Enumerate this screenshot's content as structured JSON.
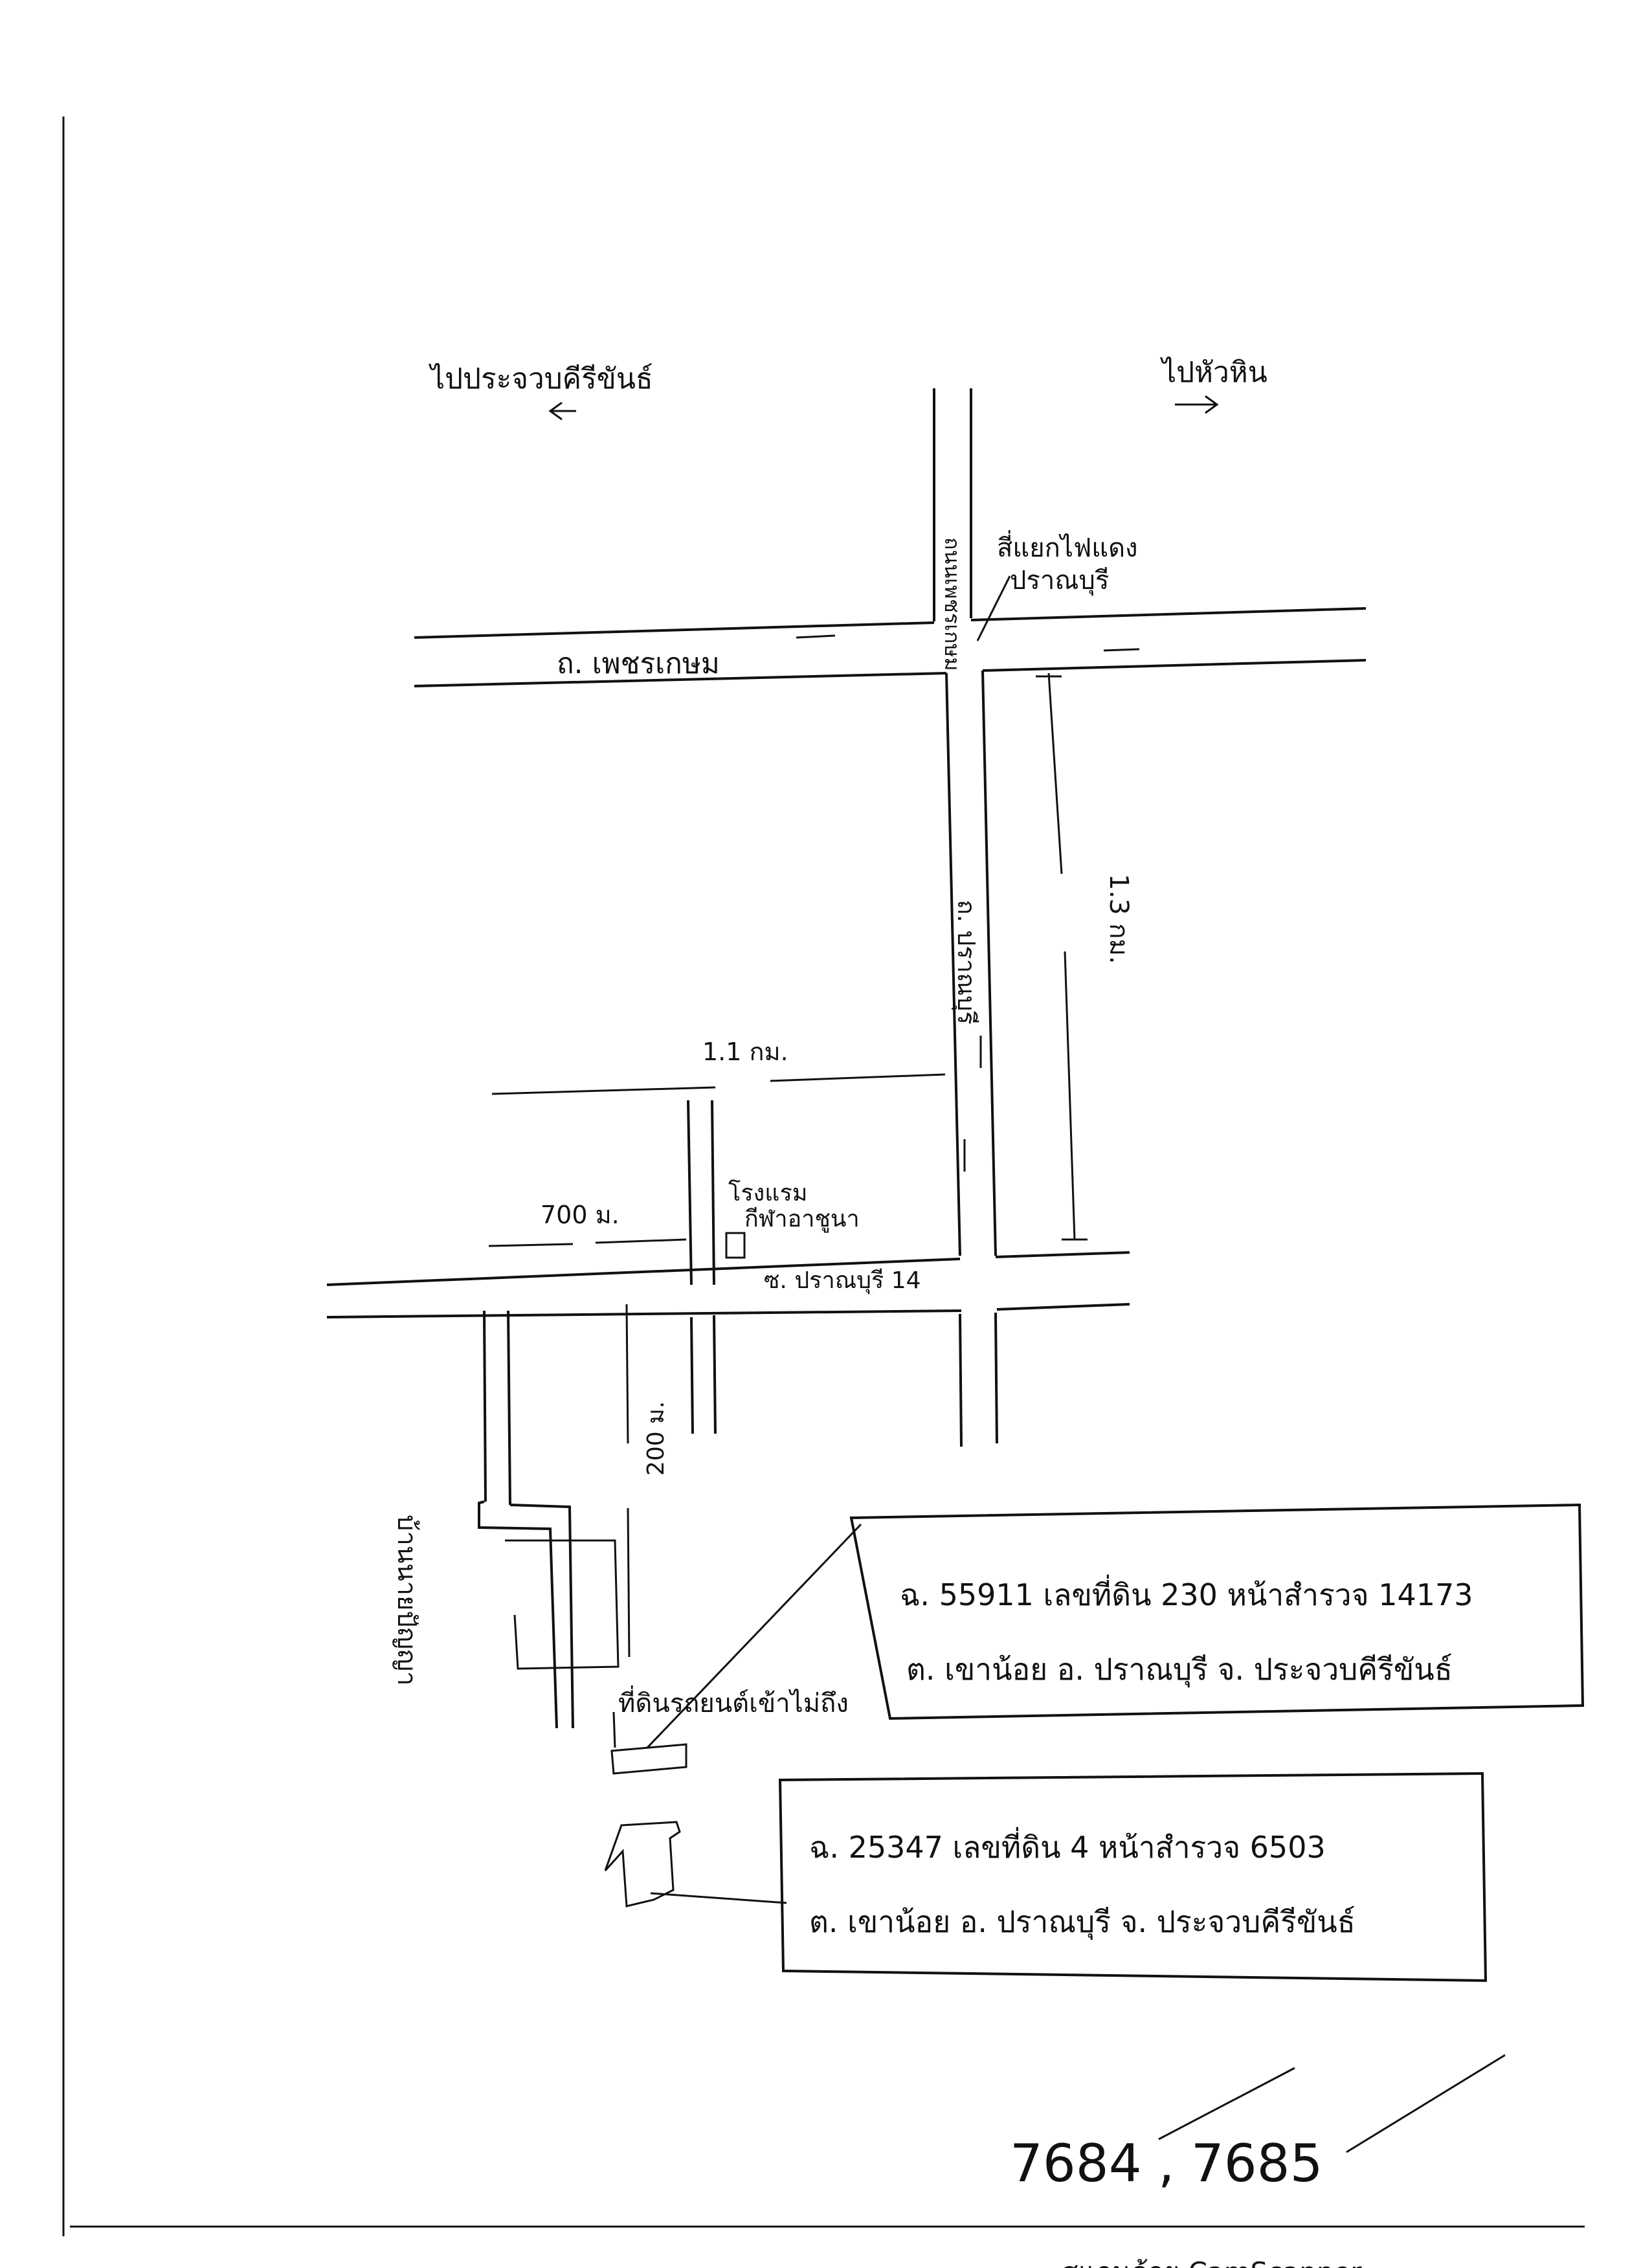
{
  "map": {
    "direction_left": "ไปประจวบคีรีขันธ์",
    "direction_right": "ไปหัวหิน",
    "road_north": "ถนนเพชรเกษม",
    "intersection_label_line1": "สี่แยกไฟแดง",
    "intersection_label_line2": "ปราณบุรี",
    "road_main_horizontal": "ถ. เพชรเกษม",
    "road_vertical": "ถ. ปราณบุรี",
    "dist_vertical": "1.3 กม.",
    "dist_horizontal_top": "1.1 กม.",
    "dist_horizontal_mid": "700 ม.",
    "school_line1": "โรงแรม",
    "school_line2": "กีฬาอาชูนา",
    "soi_label": "ซ. ปราณบุรี 14",
    "dist_down": "200 ม.",
    "house_label": "บ้านนายปัญญา",
    "land_label": "ที่ดินรถยนต์เข้าไม่ถึง"
  },
  "deed_box_1": {
    "line1": "ฉ. 55911  เลขที่ดิน 230  หน้าสำรวจ 14173",
    "line2": "ต. เขาน้อย  อ. ปราณบุรี  จ. ประจวบคีรีขันธ์"
  },
  "deed_box_2": {
    "line1": "ฉ. 25347  เลขที่ดิน 4  หน้าสำรวจ 6503",
    "line2": "ต. เขาน้อย  อ. ปราณบุรี  จ. ประจวบคีรีขันธ์"
  },
  "bottom_numbers": "7684 , 7685",
  "footer": "สแกนด้วย CamScanner"
}
